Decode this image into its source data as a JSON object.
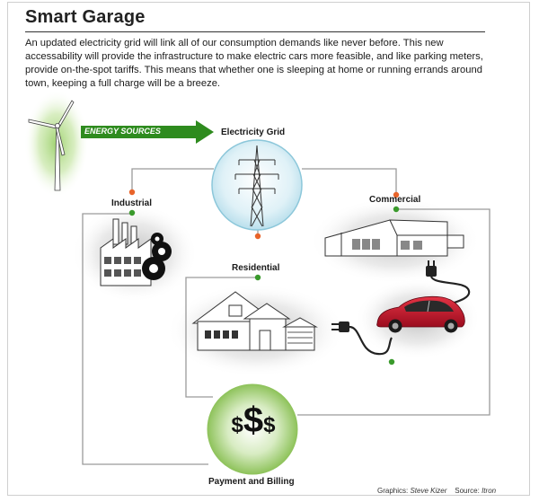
{
  "title": "Smart Garage",
  "intro": "An updated electricity grid will link all of our consumption demands like never before. This new accessability will provide the infrastructure to make electric cars more feasible, and like parking meters, provide on-the-spot tariffs. This means that whether one is sleeping at home or running errands around town, keeping a full charge will be a breeze.",
  "labels": {
    "energy_sources": "ENERGY SOURCES",
    "electricity_grid": "Electricity Grid",
    "industrial": "Industrial",
    "commercial": "Commercial",
    "residential": "Residential",
    "payment_billing": "Payment and Billing"
  },
  "credits": {
    "graphics_label": "Graphics:",
    "graphics_name": "Steve Kizer",
    "source_label": "Source:",
    "source_name": "Itron"
  },
  "colors": {
    "arrow_green": "#2e8b1e",
    "glow_green": "#9bd06a",
    "grid_blue": "#cdeaf3",
    "node_orange": "#e8642a",
    "node_green": "#3a9a2c",
    "car_red": "#c8102e",
    "line_gray": "#9a9a9a"
  },
  "icons": [
    "wind-turbine-icon",
    "power-tower-icon",
    "factory-icon",
    "gear-icon",
    "store-icon",
    "house-icon",
    "electric-car-icon",
    "plug-icon",
    "dollar-sign-icon"
  ]
}
